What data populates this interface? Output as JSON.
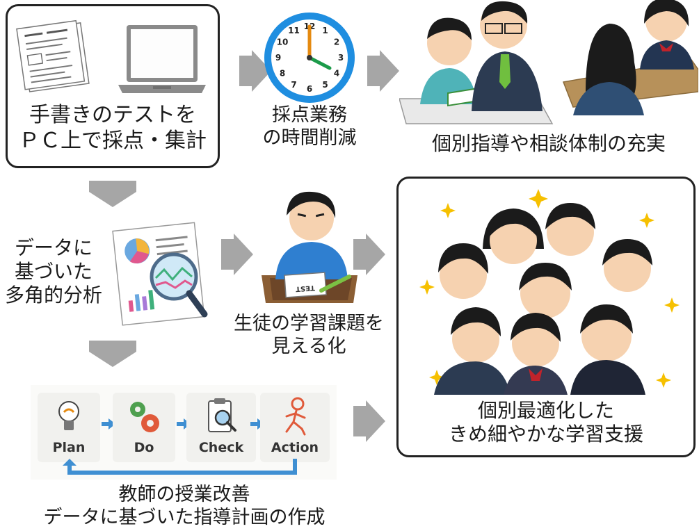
{
  "box_top_left": {
    "line1": "手書きのテストを",
    "line2": "ＰＣ上で採点・集計"
  },
  "clock_caption": {
    "line1": "採点業務",
    "line2": "の時間削減"
  },
  "clock_numbers": [
    "12",
    "1",
    "2",
    "3",
    "4",
    "5",
    "6",
    "7",
    "8",
    "9",
    "10",
    "11"
  ],
  "guidance_caption": "個別指導や相談体制の充実",
  "analysis_caption": {
    "line1": "データに",
    "line2": "基づいた",
    "line3": "多角的分析"
  },
  "student_caption": {
    "line1": "生徒の学習課題を",
    "line2": "見える化"
  },
  "test_sheet_text": "TEST",
  "pdca": {
    "plan": "Plan",
    "do": "Do",
    "check": "Check",
    "action": "Action"
  },
  "teacher_caption": {
    "line1": "教師の授業改善",
    "line2": "データに基づいた指導計画の作成"
  },
  "goal_caption": {
    "line1": "個別最適化した",
    "line2": "きめ細やかな学習支援"
  },
  "colors": {
    "arrow": "#a6a6a6",
    "clock_ring": "#1f8ee0",
    "hour_hand": "#e58a10",
    "minute_hand": "#1c9b4a",
    "pdca_arrow": "#3f8fd2"
  }
}
